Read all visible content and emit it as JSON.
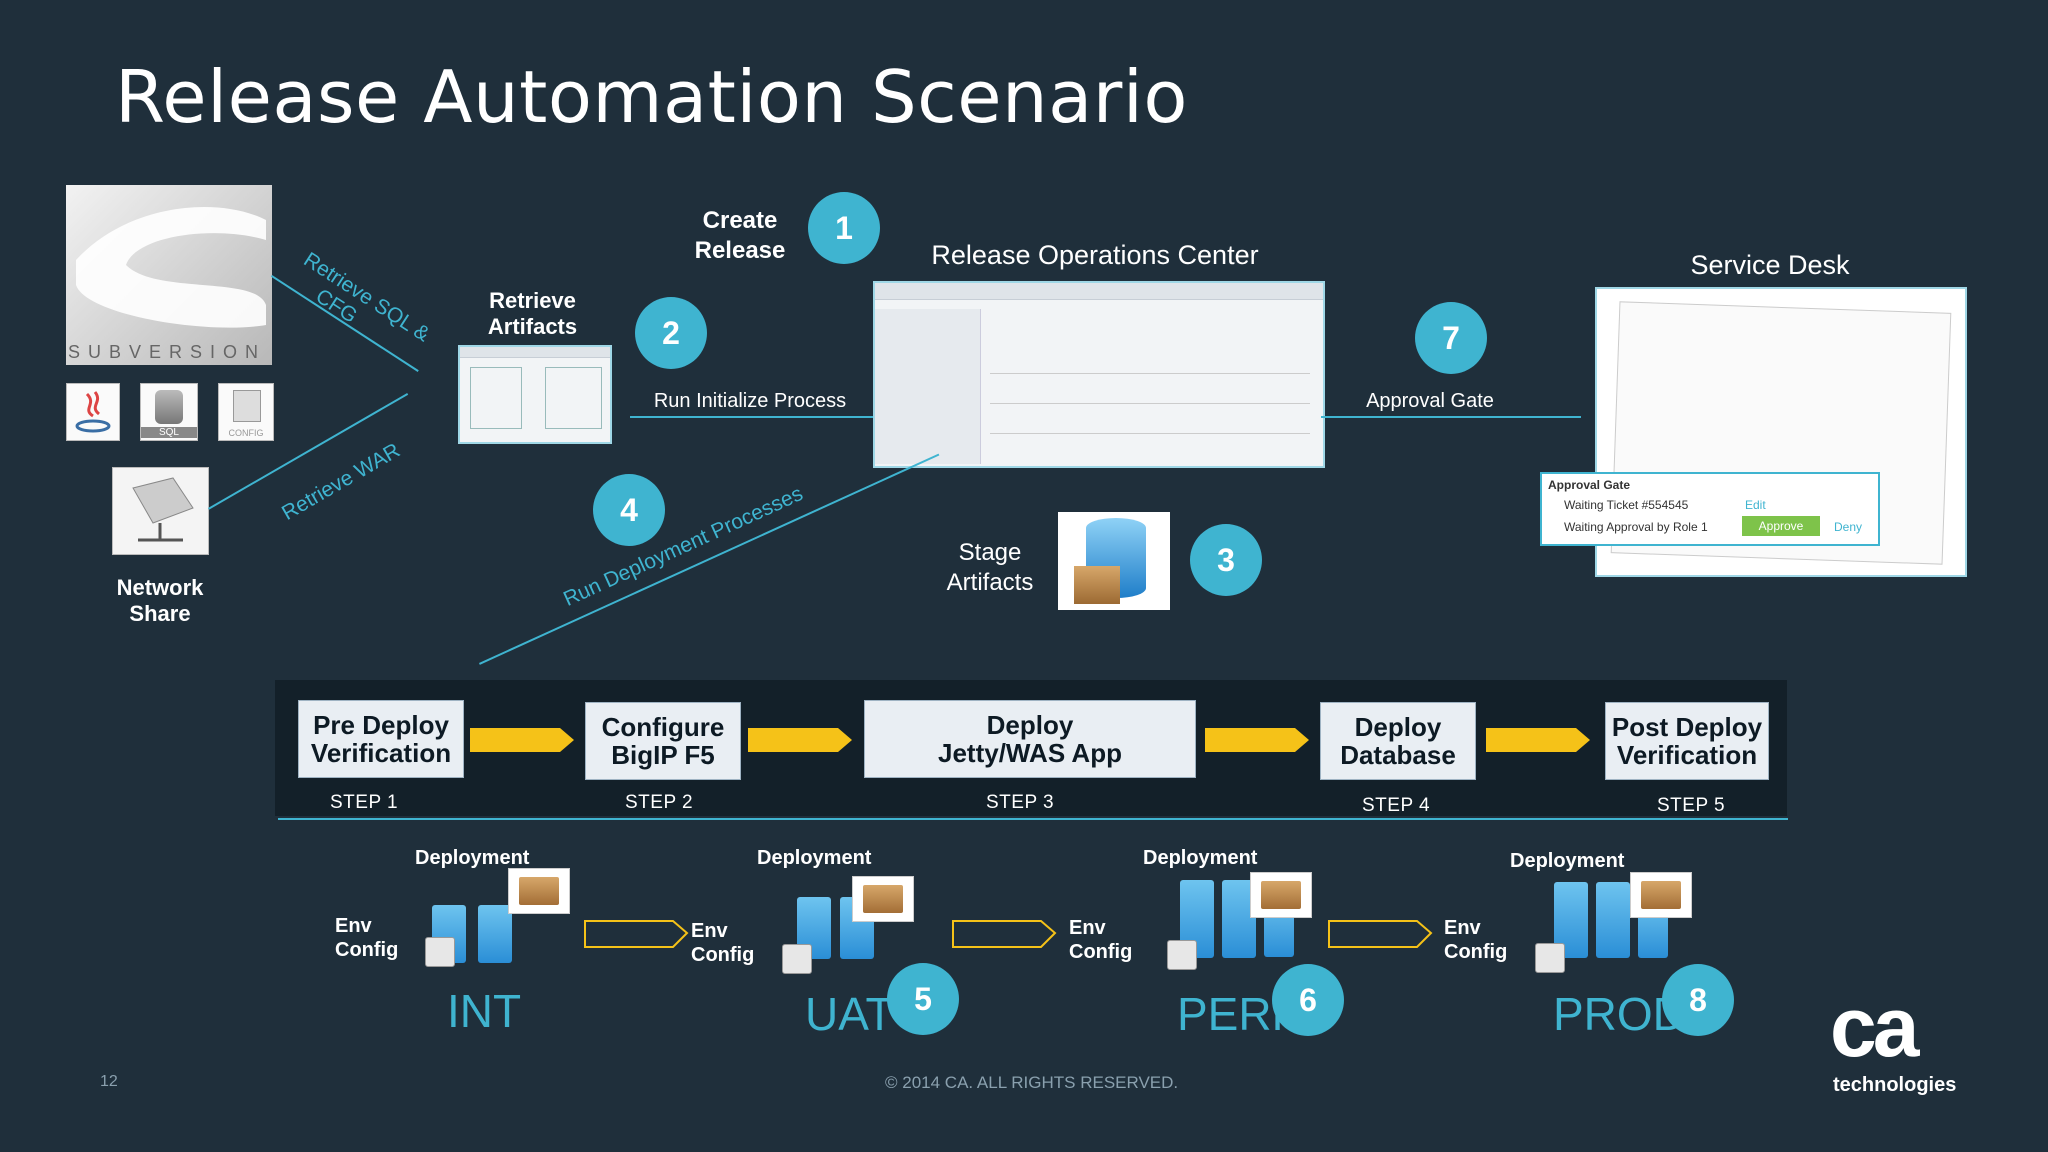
{
  "title": "Release Automation Scenario",
  "sources": {
    "svn_text": "SUBVERSION",
    "icon_sql": "SQL",
    "icon_config": "CONFIG",
    "network_share": [
      "Network",
      "Share"
    ]
  },
  "steps_top": {
    "create_release": [
      "Create",
      "Release"
    ],
    "retrieve_artifacts": [
      "Retrieve",
      "Artifacts"
    ],
    "release_ops_center": "Release Operations Center",
    "service_desk": "Service Desk",
    "stage_artifacts": [
      "Stage",
      "Artifacts"
    ]
  },
  "arrows": {
    "retrieve_sql": "Retrieve SQL &",
    "retrieve_cfg": "CFG",
    "retrieve_war": "Retrieve WAR",
    "run_initialize": "Run Initialize Process",
    "approval_gate": "Approval Gate",
    "run_deployment": "Run Deployment Processes"
  },
  "circles": [
    "1",
    "2",
    "3",
    "4",
    "5",
    "6",
    "7",
    "8"
  ],
  "approval_popup": {
    "title": "Approval Gate",
    "row1": "Waiting Ticket #554545",
    "row1_action": "Edit",
    "row2": "Waiting Approval by Role 1",
    "approve": "Approve",
    "deny": "Deny"
  },
  "steps": [
    {
      "label": [
        "Pre Deploy",
        "Verification"
      ],
      "step": "STEP 1"
    },
    {
      "label": [
        "Configure",
        "BigIP F5"
      ],
      "step": "STEP 2"
    },
    {
      "label": [
        "Deploy",
        "Jetty/WAS App"
      ],
      "step": "STEP 3"
    },
    {
      "label": [
        "Deploy",
        "Database"
      ],
      "step": "STEP 4"
    },
    {
      "label": [
        "Post Deploy",
        "Verification"
      ],
      "step": "STEP 5"
    }
  ],
  "environments": [
    {
      "deployment": "Deployment",
      "env_config": [
        "Env",
        "Config"
      ],
      "name": "INT"
    },
    {
      "deployment": "Deployment",
      "env_config": [
        "Env",
        "Config"
      ],
      "name": "UAT"
    },
    {
      "deployment": "Deployment",
      "env_config": [
        "Env",
        "Config"
      ],
      "name": "PERF"
    },
    {
      "deployment": "Deployment",
      "env_config": [
        "Env",
        "Config"
      ],
      "name": "PROD"
    }
  ],
  "footer": {
    "page_number": "12",
    "copyright": "© 2014 CA. ALL RIGHTS RESERVED.",
    "logo_text": "ca",
    "logo_sub": "technologies"
  },
  "colors": {
    "background": "#1f2f3b",
    "accent": "#3fb4d0",
    "arrow": "#f5c218"
  }
}
